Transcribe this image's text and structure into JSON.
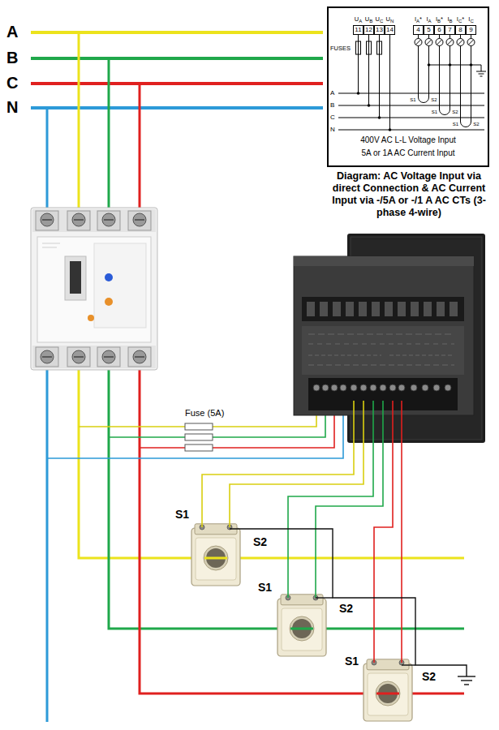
{
  "diagram": {
    "title": "Diagram: AC Voltage Input via direct Connection & AC Current Input via -/5A or -/1 A AC CTs (3-phase 4-wire)",
    "nodes": [
      {
        "text": [
          "400V AC L-L Voltage Input",
          "5A or 1A AC Current Input"
        ]
      },
      {
        "text": [
          "Fuse (5A)"
        ]
      },
      {
        "text": [
          "S1",
          "S2"
        ]
      },
      {
        "text": [
          "S1",
          "S2"
        ]
      },
      {
        "text": [
          "S1",
          "S2"
        ]
      }
    ],
    "labels": [
      "A",
      "B",
      "C",
      "N",
      "UA",
      "UB",
      "UC",
      "UN",
      "IA*",
      "IA",
      "IB*",
      "IB",
      "IC*",
      "IC",
      "11",
      "12",
      "13",
      "14",
      "4",
      "5",
      "6",
      "7",
      "8",
      "9",
      "FUSES",
      "A",
      "B",
      "C",
      "N",
      "S1",
      "S2",
      "S1",
      "S2",
      "S1",
      "S2"
    ]
  }
}
